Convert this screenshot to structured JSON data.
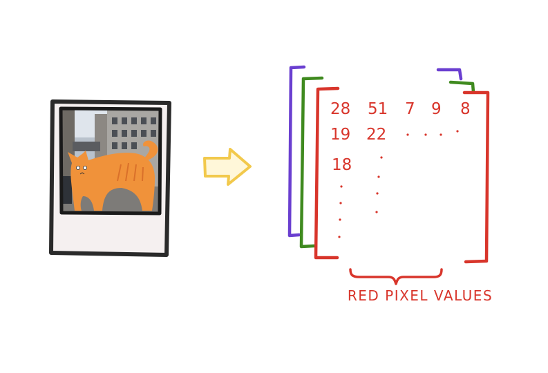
{
  "matrix": {
    "row1": [
      "28",
      "51",
      "7",
      "9",
      "8"
    ],
    "row2": [
      "19",
      "22"
    ],
    "row3": [
      "18"
    ]
  },
  "caption": "RED PIXEL VALUES",
  "colors": {
    "red": "#d8352b",
    "green": "#3f8a1f",
    "purple": "#6a3fd0",
    "arrow": "#f2c94c",
    "cat": "#f0923a",
    "frame": "#2a2a2a",
    "polaroid_fill": "#f5f0f0"
  },
  "icons": {
    "photo": "polaroid-cat-photo",
    "arrow": "right-arrow-icon"
  }
}
